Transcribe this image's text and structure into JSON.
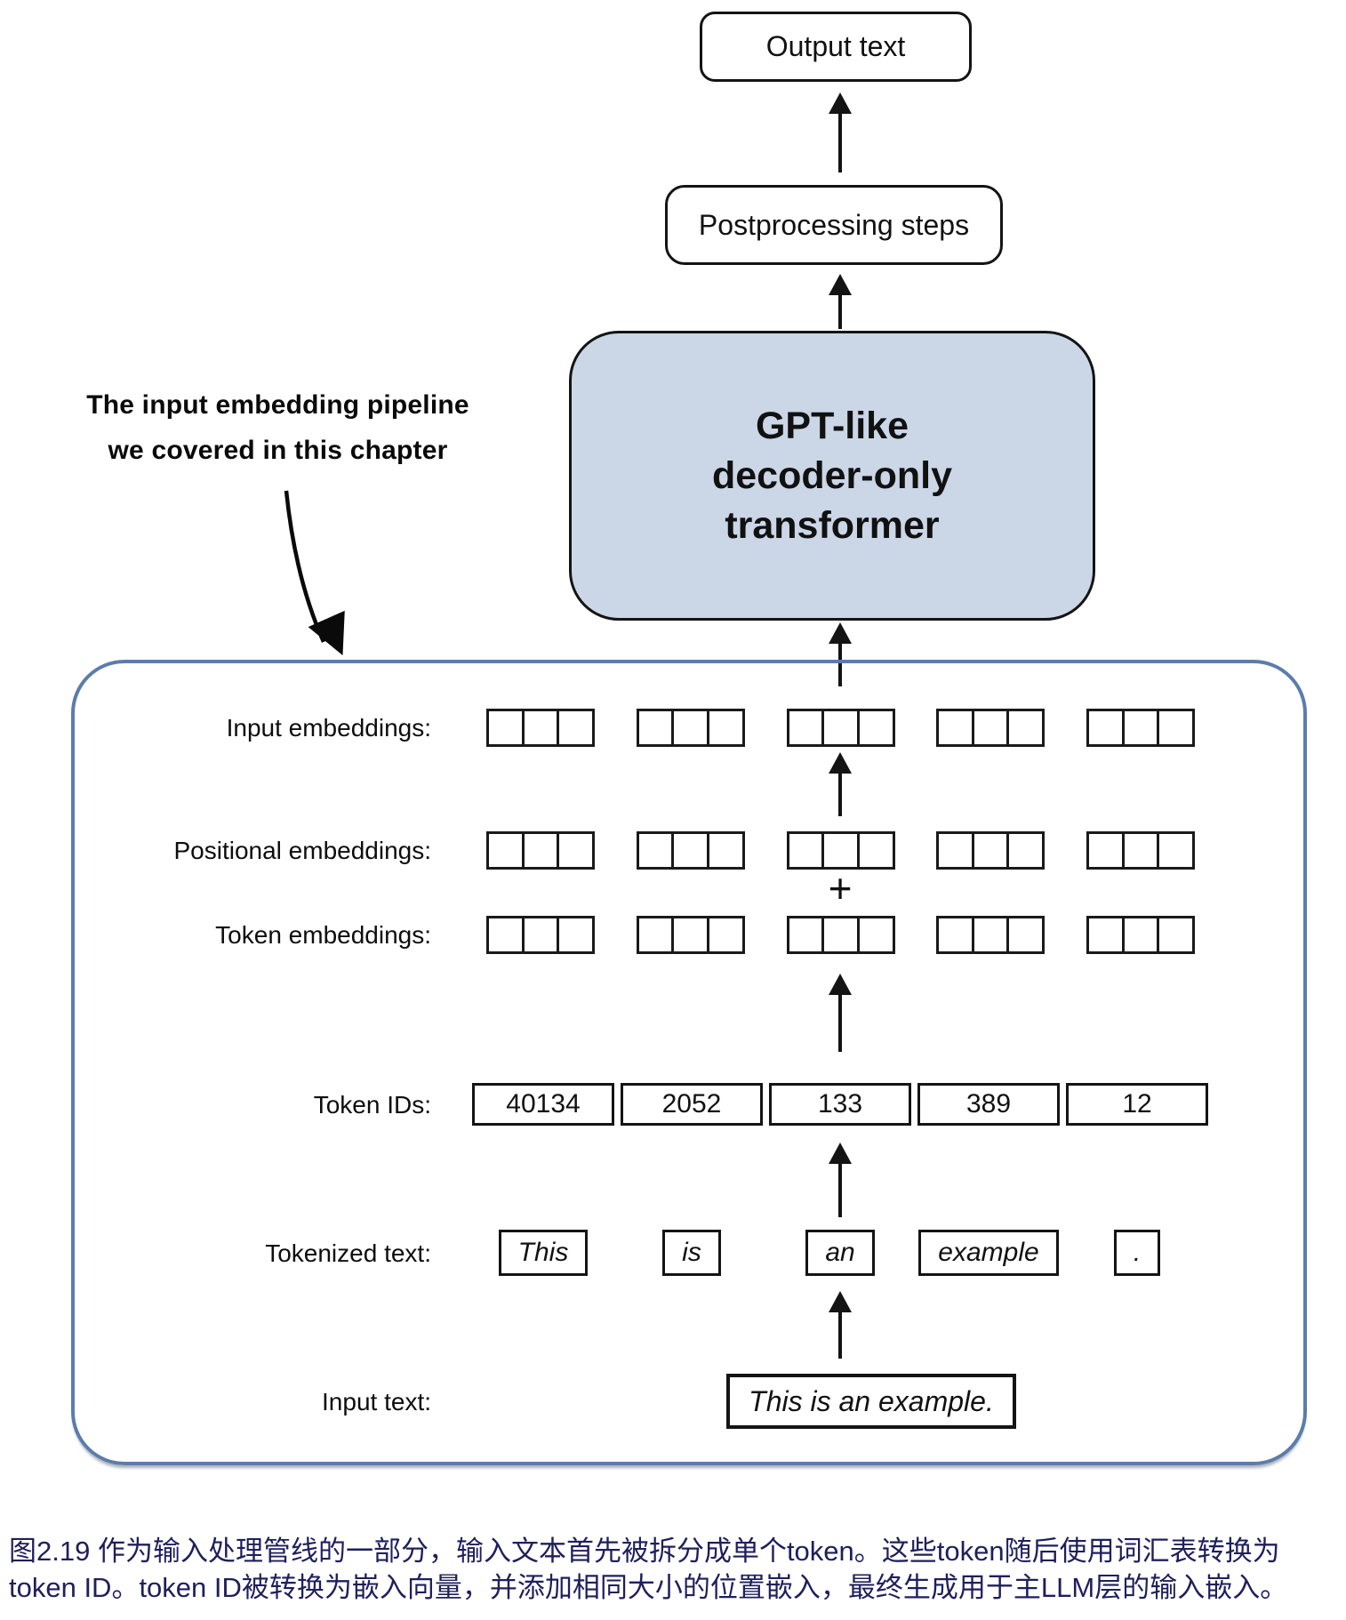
{
  "figure": {
    "output_box_label": "Output text",
    "postprocessing_box_label": "Postprocessing steps",
    "gpt_box": {
      "line1": "GPT-like",
      "line2": "decoder-only",
      "line3": "transformer"
    },
    "annotation": {
      "line1": "The input embedding pipeline",
      "line2": "we covered in this chapter"
    },
    "plus": "+",
    "labels": {
      "input_embeddings": "Input embeddings:",
      "positional_embeddings": "Positional embeddings:",
      "token_embeddings": "Token embeddings:",
      "token_ids": "Token IDs:",
      "tokenized_text": "Tokenized text:",
      "input_text": "Input text:"
    },
    "token_ids": [
      "40134",
      "2052",
      "133",
      "389",
      "12"
    ],
    "tokens": [
      "This",
      "is",
      "an",
      "example",
      "."
    ],
    "input_text_value": "This is an example.",
    "colors": {
      "container_border": "#5b7dab",
      "gpt_fill": "#cbd6e6",
      "caption_text": "#1f1f5c",
      "line_color": "#141414"
    }
  },
  "caption": {
    "line1": "图2.19 作为输入处理管线的一部分，输入文本首先被拆分成单个token。这些token随后使用词汇表转换为",
    "line2": "token ID。token ID被转换为嵌入向量，并添加相同大小的位置嵌入，最终生成用于主LLM层的输入嵌入。"
  }
}
